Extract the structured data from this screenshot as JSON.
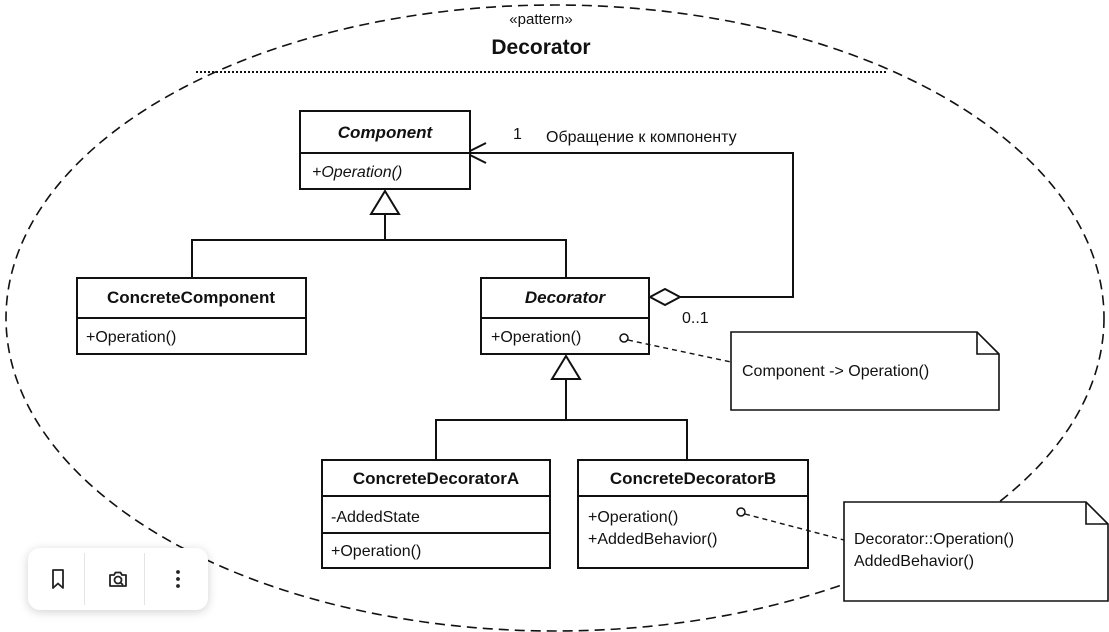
{
  "pattern": {
    "stereotype": "«pattern»",
    "name": "Decorator"
  },
  "classes": {
    "component": {
      "name": "Component",
      "members": [
        "+Operation()"
      ]
    },
    "concrete_component": {
      "name": "ConcreteComponent",
      "members": [
        "+Operation()"
      ]
    },
    "decorator": {
      "name": "Decorator",
      "members": [
        "+Operation()"
      ]
    },
    "concrete_decorator_a": {
      "name": "ConcreteDecoratorA",
      "attributes": [
        "-AddedState"
      ],
      "members": [
        "+Operation()"
      ]
    },
    "concrete_decorator_b": {
      "name": "ConcreteDecoratorB",
      "members": [
        "+Operation()",
        "+AddedBehavior()"
      ]
    }
  },
  "association": {
    "multiplicity_component": "1",
    "role_label": "Обращение к компоненту",
    "multiplicity_decorator": "0..1"
  },
  "notes": {
    "decorator_note": [
      "Component -> Operation()"
    ],
    "concrete_b_note": [
      "Decorator::Operation()",
      "AddedBehavior()"
    ]
  },
  "toolbar": {
    "icons": [
      "bookmark-icon",
      "camera-icon",
      "more-vertical-icon"
    ]
  },
  "colors": {
    "stroke": "#111111",
    "background": "#ffffff"
  }
}
